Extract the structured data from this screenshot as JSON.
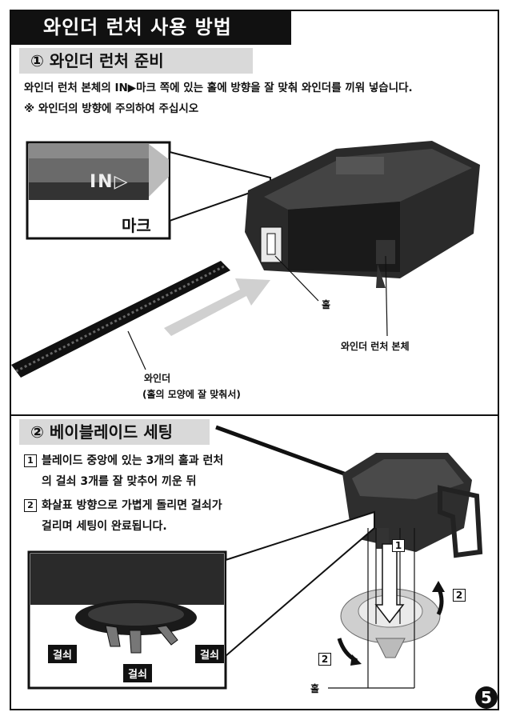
{
  "title": "와인더 런처 사용 방법",
  "section1": {
    "heading": "① 와인더 런처 준비",
    "line1": "와인더 런처 본체의 IN▶마크 쪽에 있는 홀에 방향을 잘 맞춰 와인더를 끼워 넣습니다.",
    "note": "※ 와인더의 방향에 주의하여 주십시오",
    "inset_in": "IN▷",
    "inset_label": "마크",
    "label_hole": "홀",
    "label_body": "와인더 런처 본체",
    "label_winder": "와인더",
    "label_winder_sub": "(홀의 모양에 잘 맞춰서)"
  },
  "section2": {
    "heading": "② 베이블레이드 세팅",
    "step1_num": "1",
    "step1_line1": "블레이드 중앙에 있는 3개의 홀과 런처",
    "step1_line2": "의 걸쇠 3개를 잘 맞추어 끼운 뒤",
    "step2_num": "2",
    "step2_line1": "화살표 방향으로 가볍게 돌리면 걸쇠가",
    "step2_line2": "걸리며 세팅이 완료됩니다.",
    "latch1": "걸쇠",
    "latch2": "걸쇠",
    "latch3": "걸쇠",
    "marker1": "1",
    "marker2a": "2",
    "marker2b": "2",
    "label_hole": "홀"
  },
  "page_number": "5"
}
